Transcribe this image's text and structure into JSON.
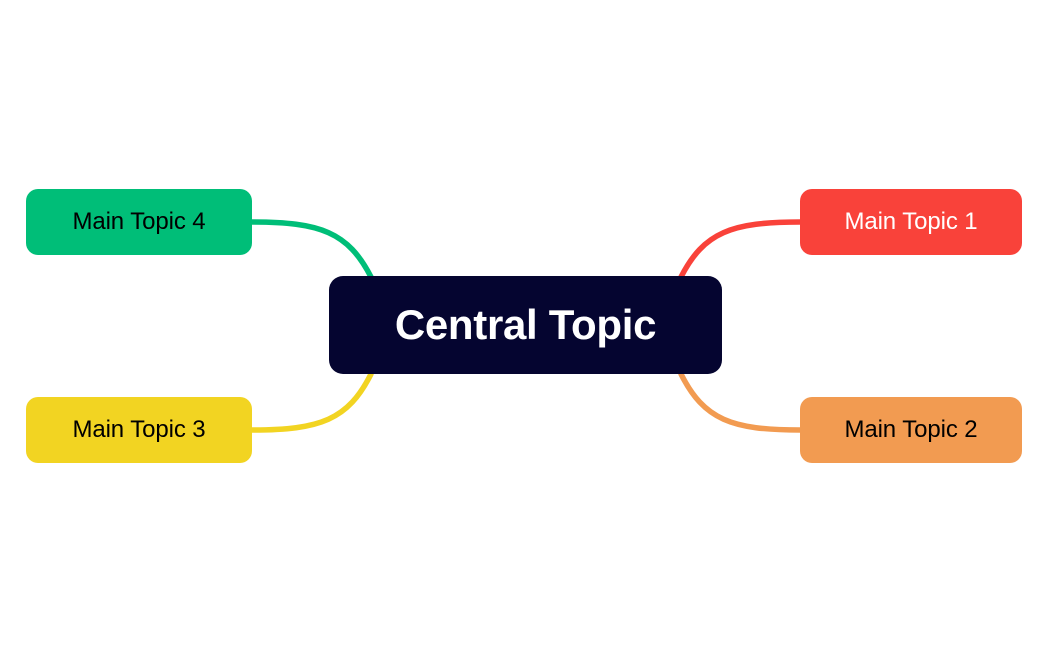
{
  "diagram": {
    "type": "mind-map",
    "background_color": "#FFFFFF",
    "central": {
      "label": "Central Topic",
      "fill_color": "#050530",
      "text_color": "#FFFFFF"
    },
    "branches": [
      {
        "label": "Main Topic 1",
        "fill_color": "#F9423A",
        "text_color": "#FFFFFF",
        "connector_color": "#F9423A",
        "position": "top-right"
      },
      {
        "label": "Main Topic 2",
        "fill_color": "#F29B51",
        "text_color": "#000000",
        "connector_color": "#F29B51",
        "position": "bottom-right"
      },
      {
        "label": "Main Topic 3",
        "fill_color": "#F2D422",
        "text_color": "#000000",
        "connector_color": "#F2D422",
        "position": "bottom-left"
      },
      {
        "label": "Main Topic 4",
        "fill_color": "#00BE78",
        "text_color": "#000000",
        "connector_color": "#00BE78",
        "position": "top-left"
      }
    ]
  }
}
